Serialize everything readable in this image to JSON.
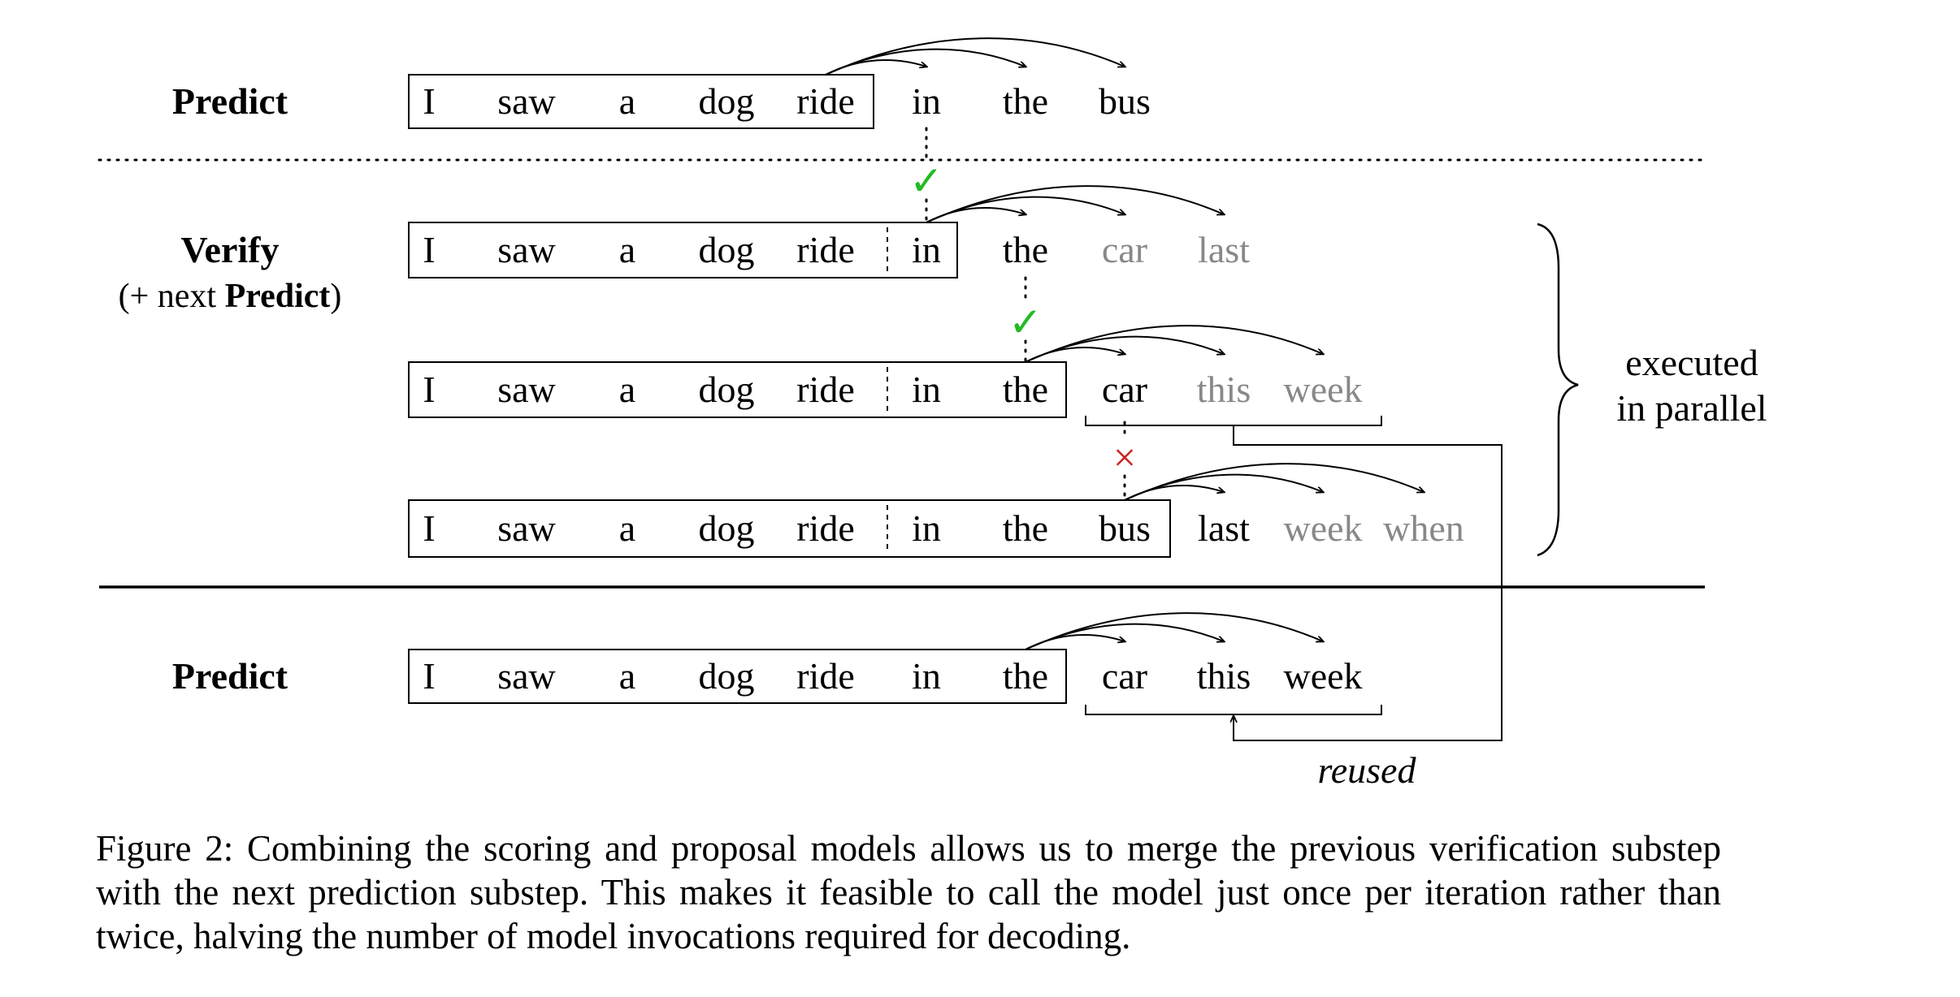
{
  "labels": {
    "predict_top": "Predict",
    "verify": "Verify",
    "verify_sub_open": "(+ next ",
    "verify_sub_bold": "Predict",
    "verify_sub_close": ")",
    "predict_bottom": "Predict",
    "executed_line1": "executed",
    "executed_line2": "in parallel",
    "reused": "reused"
  },
  "rows": {
    "predict_top": {
      "prefix": [
        "I",
        "saw",
        "a",
        "dog",
        "ride"
      ],
      "proposal": [
        "in",
        "the",
        "bus"
      ]
    },
    "verify_1": {
      "prefix": [
        "I",
        "saw",
        "a",
        "dog",
        "ride",
        "in"
      ],
      "next": [
        "the",
        "car",
        "last"
      ]
    },
    "verify_2": {
      "prefix": [
        "I",
        "saw",
        "a",
        "dog",
        "ride",
        "in",
        "the"
      ],
      "next": [
        "car",
        "this",
        "week"
      ]
    },
    "verify_3": {
      "prefix": [
        "I",
        "saw",
        "a",
        "dog",
        "ride",
        "in",
        "the",
        "bus"
      ],
      "next": [
        "last",
        "week",
        "when"
      ]
    },
    "predict_bottom": {
      "prefix": [
        "I",
        "saw",
        "a",
        "dog",
        "ride",
        "in",
        "the"
      ],
      "proposal": [
        "car",
        "this",
        "week"
      ]
    }
  },
  "marks": {
    "check": "✓",
    "cross": "×"
  },
  "colors": {
    "text": "#000000",
    "gray": "#888888",
    "check": "#22bb22",
    "cross": "#cc2222"
  },
  "caption": "Figure 2: Combining the scoring and proposal models allows us to merge the previous verification substep with the next prediction substep. This makes it feasible to call the model just once per iteration rather than twice, halving the number of model invocations required for decoding."
}
